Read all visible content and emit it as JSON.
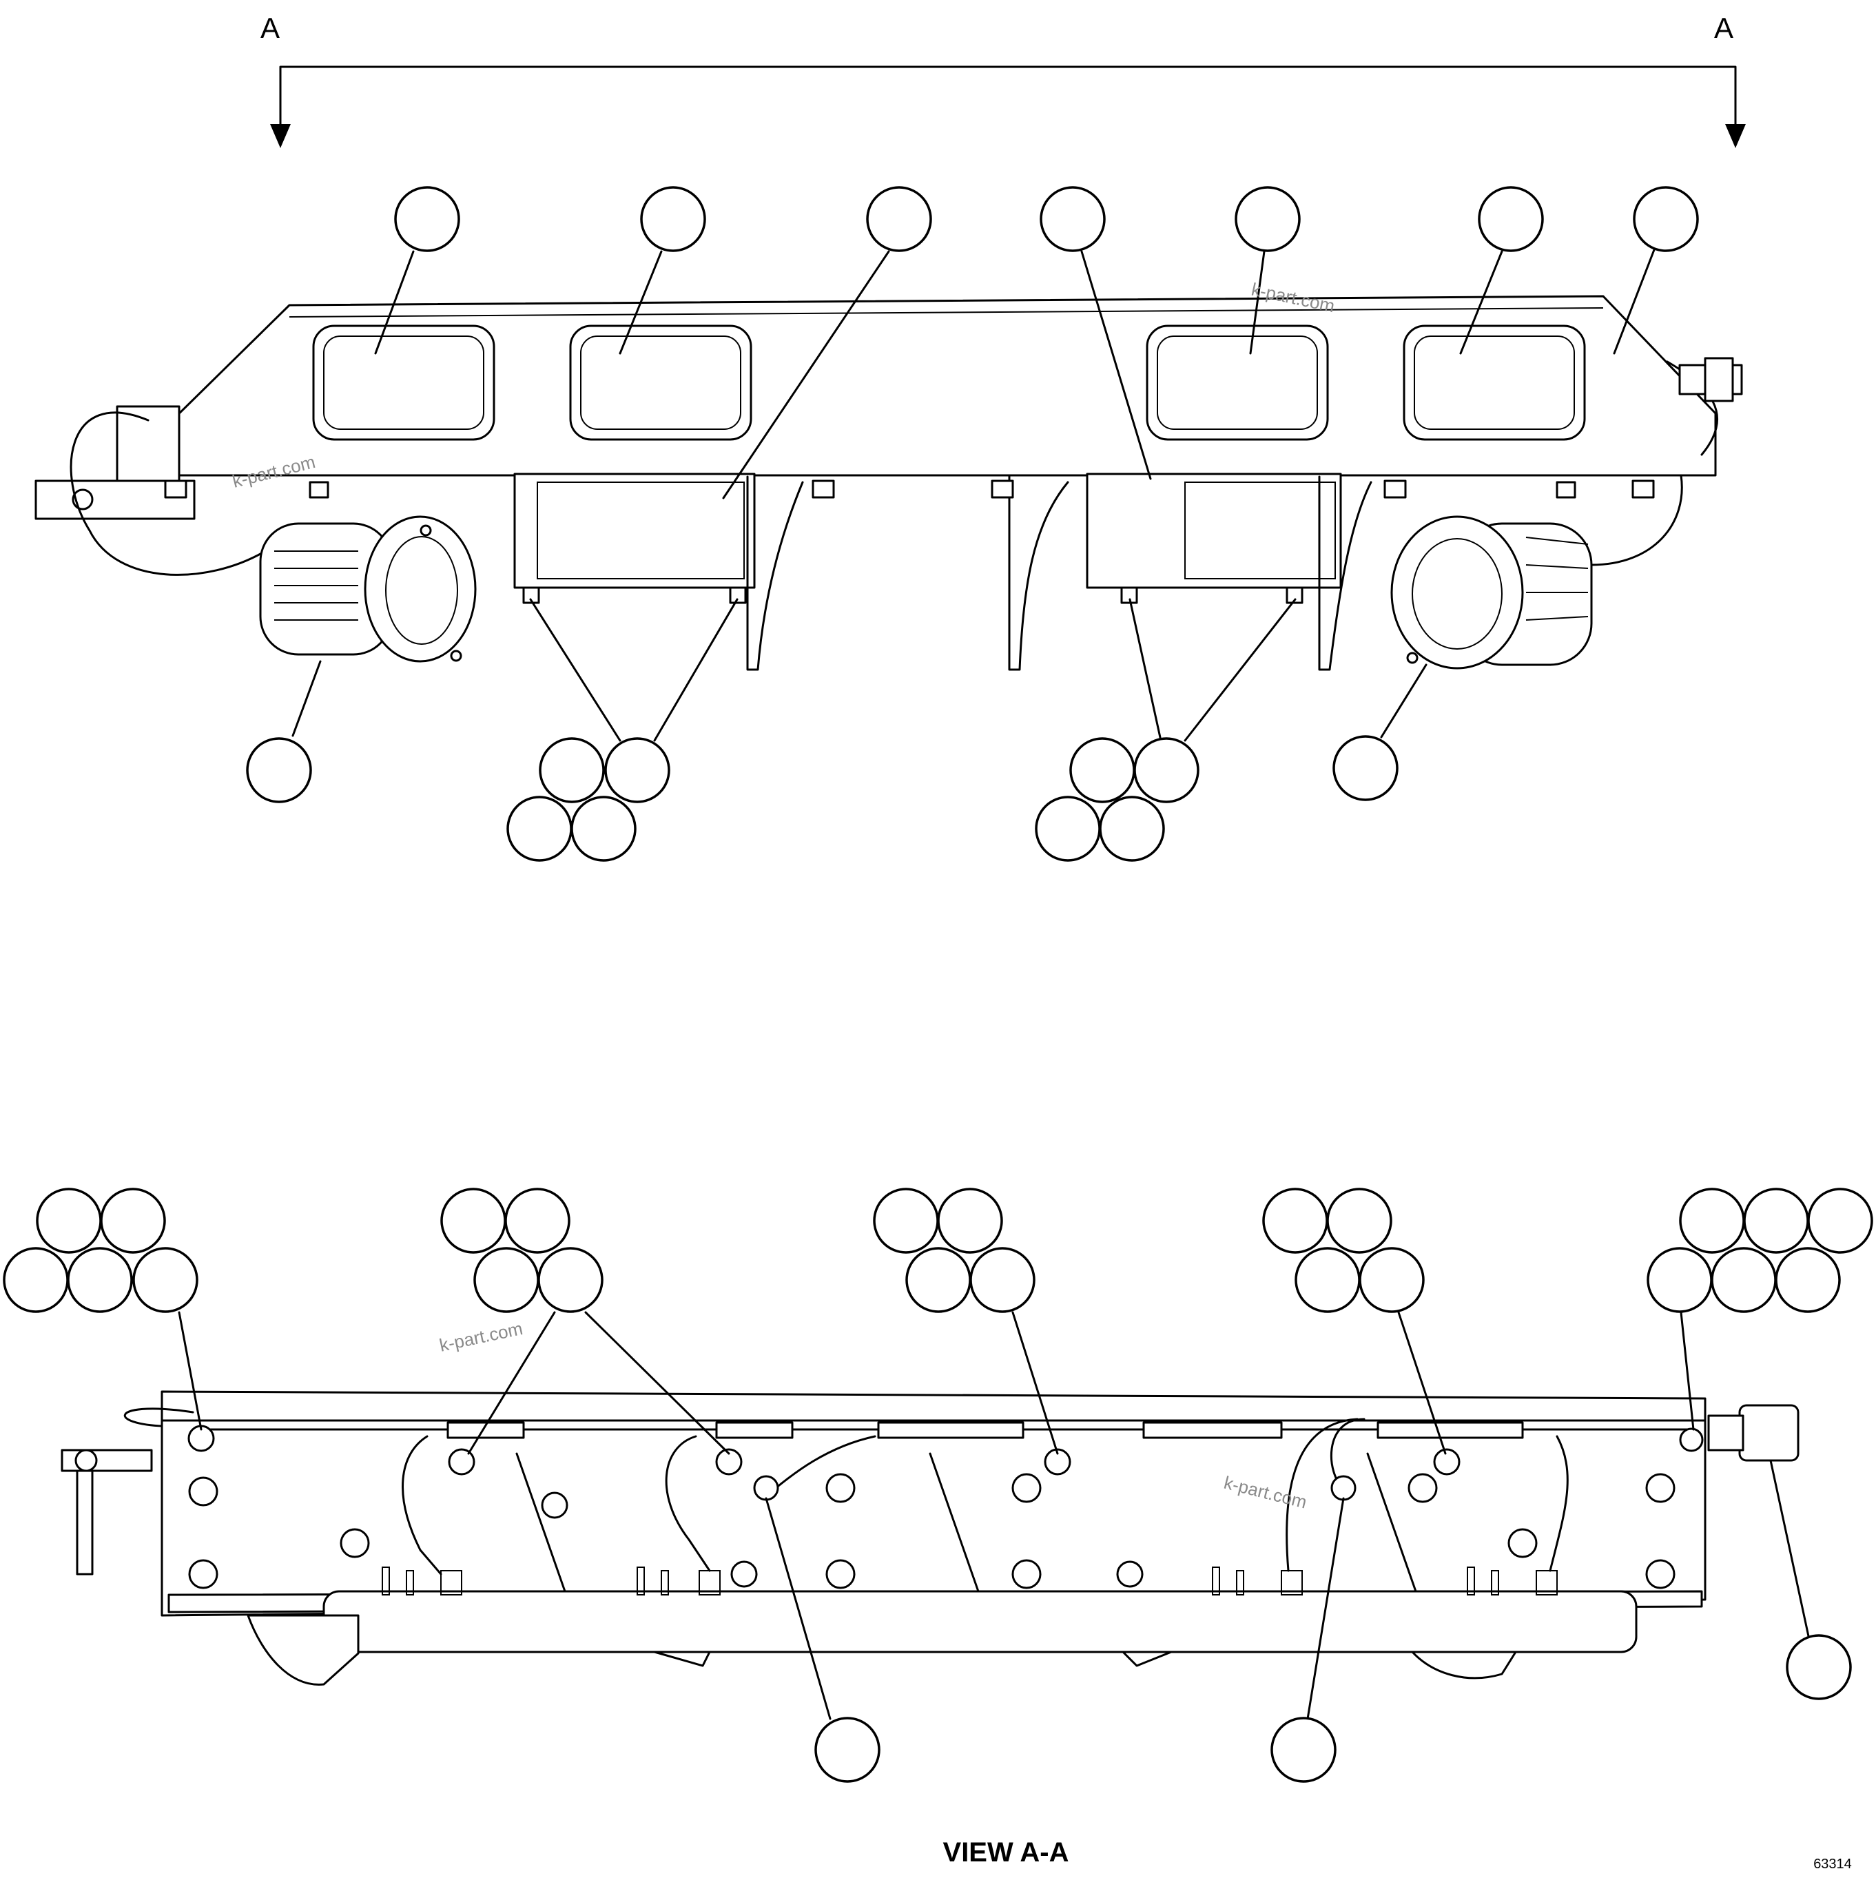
{
  "section_marker": {
    "left": "A",
    "right": "A"
  },
  "view_label": "VIEW A-A",
  "figure_number": "63314",
  "watermark": "k-part.com",
  "colors": {
    "line": "#000000",
    "background": "#ffffff",
    "watermark": "#8a8a8a"
  }
}
